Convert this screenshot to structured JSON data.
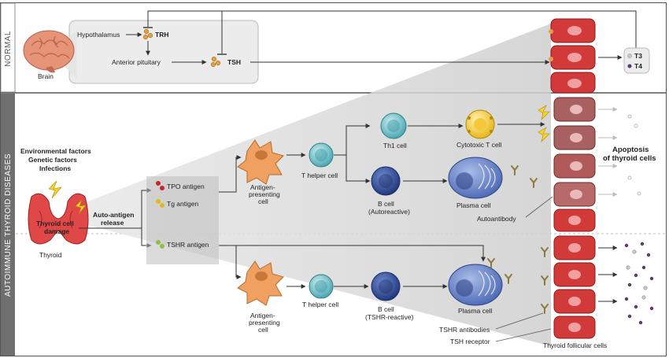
{
  "sections": {
    "normal": "NORMAL",
    "autoimmune": "AUTOIMMUNE THYROID DISEASES"
  },
  "normal": {
    "brain": "Brain",
    "hypothalamus": "Hypothalamus",
    "anterior_pituitary": "Anterior pituitary",
    "trh": "TRH",
    "tsh": "TSH",
    "t3": "T3",
    "t4": "T4"
  },
  "triggers": [
    "Environmental factors",
    "Genetic factors",
    "Infections"
  ],
  "thyroid": {
    "damage_line1": "Thyroid cell",
    "damage_line2": "damage",
    "label": "Thyroid"
  },
  "auto_antigen": {
    "line1": "Auto-antigen",
    "line2": "release"
  },
  "antigens": {
    "tpo": "TPO antigen",
    "tg": "Tg antigen",
    "tshr": "TSHR antigen"
  },
  "upper": {
    "apc": [
      "Antigen-",
      "presenting",
      "cell"
    ],
    "t_helper": "T helper cell",
    "th1": "Th1 cell",
    "cytotoxic": "Cytotoxic T cell",
    "b_cell": [
      "B cell",
      "(Autoreactive)"
    ],
    "plasma": "Plasma cell",
    "autoantibody": "Autoantibody",
    "apoptosis": [
      "Apoptosis",
      "of thyroid cells"
    ]
  },
  "lower": {
    "apc": [
      "Antigen-",
      "presenting",
      "cell"
    ],
    "t_helper": "T helper cell",
    "b_cell": [
      "B cell",
      "(TSHR-reactive)"
    ],
    "plasma": "Plasma cell",
    "tshr_antibodies": "TSHR antibodies",
    "tsh_receptor": "TSH receptor",
    "follicular": "Thyroid follicular cells"
  },
  "colors": {
    "sidebar": "#6f6f6f",
    "apc": "#f0a060",
    "t_cell": "#7cc4cc",
    "b_cell": "#2f4f9e",
    "plasma": "#3f5fae",
    "cytotoxic": "#f2cf3a",
    "thyrocyte": "#d23a3a",
    "thyrocyte_damaged": "#a86060",
    "thyroid": "#e04848"
  }
}
